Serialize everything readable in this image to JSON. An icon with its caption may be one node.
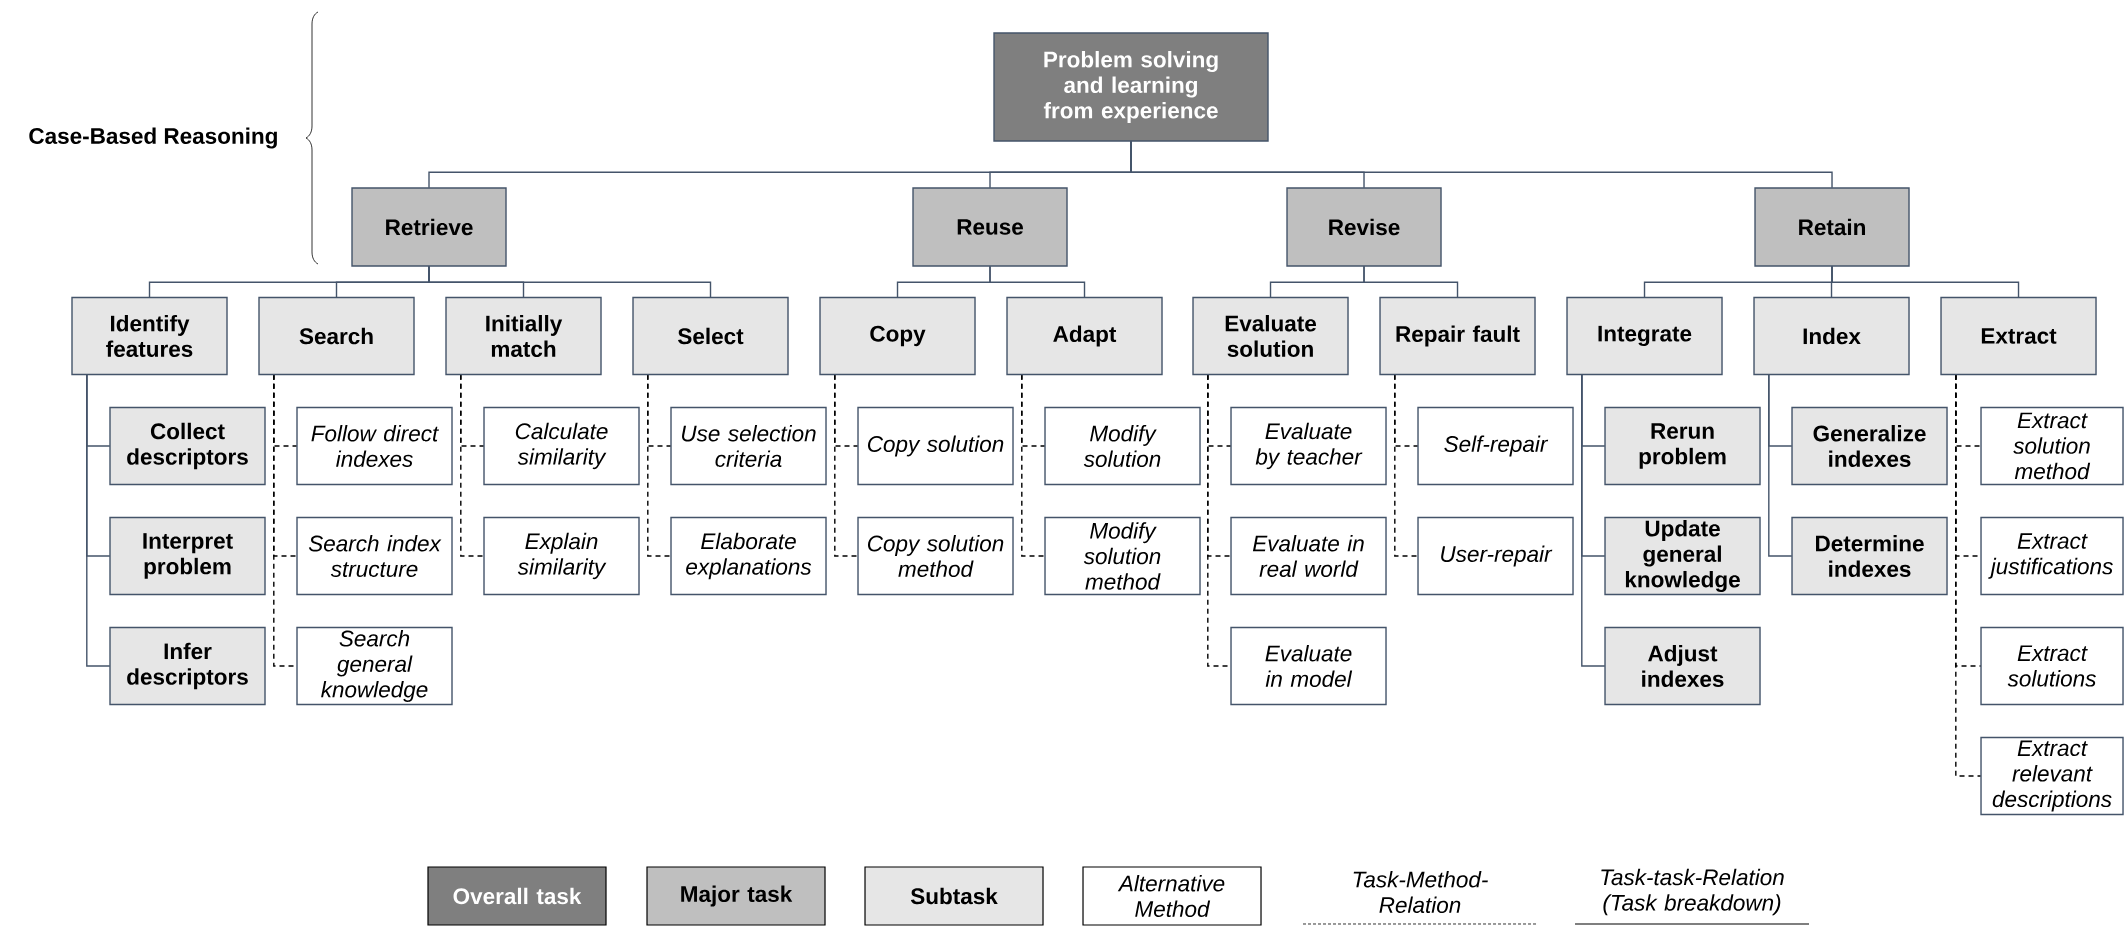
{
  "diagram": {
    "nodes": [
      {
        "text": [
          "Problem solving and learning from experience"
        ]
      },
      {
        "text": [
          "Retrieve"
        ]
      },
      {
        "text": [
          "Reuse"
        ]
      },
      {
        "text": [
          "Revise"
        ]
      },
      {
        "text": [
          "Retain"
        ]
      },
      {
        "text": [
          "Identify features"
        ]
      },
      {
        "text": [
          "Search"
        ]
      },
      {
        "text": [
          "Initially match"
        ]
      },
      {
        "text": [
          "Select"
        ]
      },
      {
        "text": [
          "Copy"
        ]
      },
      {
        "text": [
          "Adapt"
        ]
      },
      {
        "text": [
          "Evaluate solution"
        ]
      },
      {
        "text": [
          "Repair fault"
        ]
      },
      {
        "text": [
          "Integrate"
        ]
      },
      {
        "text": [
          "Index"
        ]
      },
      {
        "text": [
          "Extract"
        ]
      },
      {
        "text": [
          "Collect descriptors"
        ]
      },
      {
        "text": [
          "Interpret problem"
        ]
      },
      {
        "text": [
          "Infer descriptors"
        ]
      },
      {
        "text": [
          "Follow direct indexes"
        ]
      },
      {
        "text": [
          "Search index structure"
        ]
      },
      {
        "text": [
          "Search general knowledge"
        ]
      },
      {
        "text": [
          "Calculate similarity"
        ]
      },
      {
        "text": [
          "Explain similarity"
        ]
      },
      {
        "text": [
          "Use selection criteria"
        ]
      },
      {
        "text": [
          "Elaborate explanations"
        ]
      },
      {
        "text": [
          "Copy solution"
        ]
      },
      {
        "text": [
          "Copy solution method"
        ]
      },
      {
        "text": [
          "Modify solution"
        ]
      },
      {
        "text": [
          "Modify solution method"
        ]
      },
      {
        "text": [
          "Evaluate by teacher"
        ]
      },
      {
        "text": [
          "Evaluate in real world"
        ]
      },
      {
        "text": [
          "Evaluate in model"
        ]
      },
      {
        "text": [
          "Self-repair"
        ]
      },
      {
        "text": [
          "User-repair"
        ]
      },
      {
        "text": [
          "Rerun problem"
        ]
      },
      {
        "text": [
          "Update general knowledge"
        ]
      },
      {
        "text": [
          "Adjust indexes"
        ]
      },
      {
        "text": [
          "Generalize indexes"
        ]
      },
      {
        "text": [
          "Determine indexes"
        ]
      },
      {
        "text": [
          "Extract solution method"
        ]
      },
      {
        "text": [
          "Extract justifications"
        ]
      },
      {
        "text": [
          "Extract solutions"
        ]
      },
      {
        "text": [
          "Extract relevant descriptions"
        ]
      }
    ],
    "edges": [
      {
        "from": 0,
        "to": 1,
        "arrow": "none"
      },
      {
        "from": 0,
        "to": 2,
        "arrow": "none"
      },
      {
        "from": 0,
        "to": 3,
        "arrow": "none"
      },
      {
        "from": 0,
        "to": 4,
        "arrow": "none"
      },
      {
        "from": 1,
        "to": 5,
        "arrow": "none"
      },
      {
        "from": 1,
        "to": 6,
        "arrow": "none"
      },
      {
        "from": 1,
        "to": 7,
        "arrow": "none"
      },
      {
        "from": 1,
        "to": 8,
        "arrow": "none"
      },
      {
        "from": 2,
        "to": 9,
        "arrow": "none"
      },
      {
        "from": 2,
        "to": 10,
        "arrow": "none"
      },
      {
        "from": 3,
        "to": 11,
        "arrow": "none"
      },
      {
        "from": 3,
        "to": 12,
        "arrow": "none"
      },
      {
        "from": 4,
        "to": 13,
        "arrow": "none"
      },
      {
        "from": 4,
        "to": 14,
        "arrow": "none"
      },
      {
        "from": 4,
        "to": 15,
        "arrow": "none"
      },
      {
        "from": 5,
        "to": 16,
        "arrow": "none"
      },
      {
        "from": 5,
        "to": 17,
        "arrow": "none"
      },
      {
        "from": 5,
        "to": 18,
        "arrow": "none"
      },
      {
        "from": 6,
        "to": 19,
        "arrow": "none",
        "style": "dashed",
        "color": "#000000"
      },
      {
        "from": 6,
        "to": 20,
        "arrow": "none",
        "style": "dashed",
        "color": "#000000"
      },
      {
        "from": 6,
        "to": 21,
        "arrow": "none",
        "style": "dashed",
        "color": "#000000"
      },
      {
        "from": 7,
        "to": 22,
        "arrow": "none",
        "style": "dashed",
        "color": "#000000"
      },
      {
        "from": 7,
        "to": 23,
        "arrow": "none",
        "style": "dashed",
        "color": "#000000"
      },
      {
        "from": 8,
        "to": 24,
        "arrow": "none",
        "style": "dashed",
        "color": "#000000"
      },
      {
        "from": 8,
        "to": 25,
        "arrow": "none",
        "style": "dashed",
        "color": "#000000"
      },
      {
        "from": 9,
        "to": 26,
        "arrow": "none",
        "style": "dashed",
        "color": "#000000"
      },
      {
        "from": 9,
        "to": 27,
        "arrow": "none",
        "style": "dashed",
        "color": "#000000"
      },
      {
        "from": 10,
        "to": 28,
        "arrow": "none",
        "style": "dashed",
        "color": "#000000"
      },
      {
        "from": 10,
        "to": 29,
        "arrow": "none",
        "style": "dashed",
        "color": "#000000"
      },
      {
        "from": 11,
        "to": 30,
        "arrow": "none",
        "style": "dashed",
        "color": "#000000"
      },
      {
        "from": 11,
        "to": 31,
        "arrow": "none",
        "style": "dashed",
        "color": "#000000"
      },
      {
        "from": 11,
        "to": 32,
        "arrow": "none",
        "style": "dashed",
        "color": "#000000"
      },
      {
        "from": 12,
        "to": 33,
        "arrow": "none",
        "style": "dashed",
        "color": "#000000"
      },
      {
        "from": 12,
        "to": 34,
        "arrow": "none",
        "style": "dashed",
        "color": "#000000"
      },
      {
        "from": 13,
        "to": 35,
        "arrow": "none"
      },
      {
        "from": 13,
        "to": 36,
        "arrow": "none"
      },
      {
        "from": 13,
        "to": 37,
        "arrow": "none"
      },
      {
        "from": 14,
        "to": 38,
        "arrow": "none"
      },
      {
        "from": 14,
        "to": 39,
        "arrow": "none"
      },
      {
        "from": 15,
        "to": 40,
        "arrow": "none",
        "style": "dashed",
        "color": "#000000"
      },
      {
        "from": 15,
        "to": 41,
        "arrow": "none",
        "style": "dashed",
        "color": "#000000"
      },
      {
        "from": 15,
        "to": 42,
        "arrow": "none",
        "style": "dashed",
        "color": "#000000"
      },
      {
        "from": 15,
        "to": 43,
        "arrow": "none",
        "style": "dashed",
        "color": "#000000"
      }
    ],
    "labels": [
      "Case-Based Reasoning"
    ],
    "legend": [
      {
        "text": "Overall task",
        "color": "#7f7f7f"
      },
      {
        "text": "Major task",
        "color": "#bfbfbf"
      },
      {
        "text": "Subtask",
        "color": "#e6e6e6"
      },
      {
        "text": "Alternative Method"
      },
      {
        "text": "Task-Method-Relation"
      },
      {
        "text": "Task-task-Relation (Task breakdown)"
      }
    ]
  }
}
